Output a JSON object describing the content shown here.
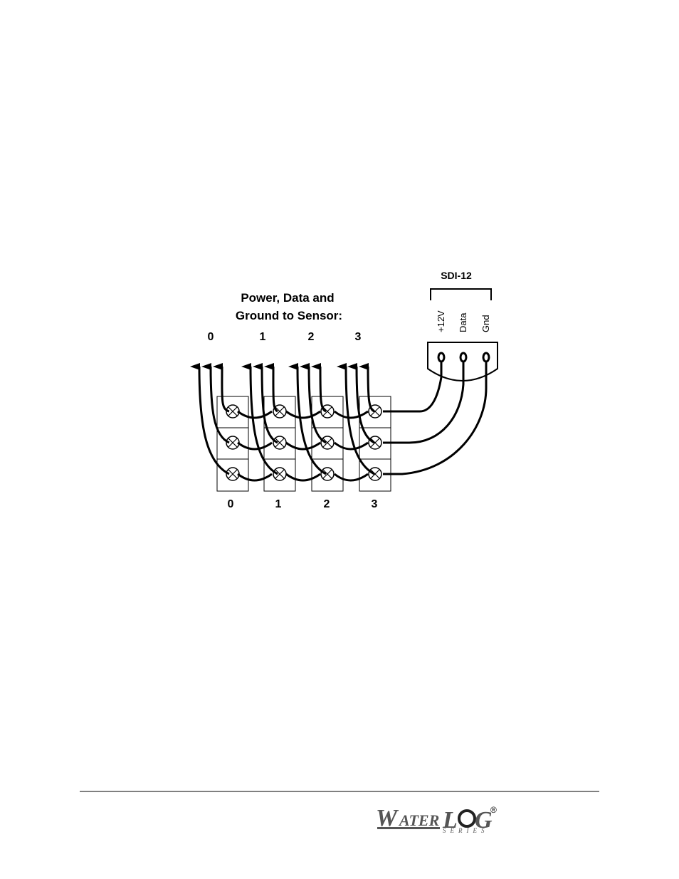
{
  "diagram": {
    "heading_line1": "Power, Data and",
    "heading_line2": "Ground to Sensor:",
    "sensor_labels": [
      "0",
      "1",
      "2",
      "3"
    ],
    "terminal_labels": [
      "0",
      "1",
      "2",
      "3"
    ],
    "connector": {
      "title": "SDI-12",
      "pins": [
        "+12V",
        "Data",
        "Gnd"
      ]
    }
  },
  "footer": {
    "logo_main_prefix": "W",
    "logo_main_mid": "ATER",
    "logo_main_suffix": "L",
    "logo_main_o": "O",
    "logo_main_end": "G",
    "logo_registered": "®",
    "logo_sub": "SERIES"
  }
}
